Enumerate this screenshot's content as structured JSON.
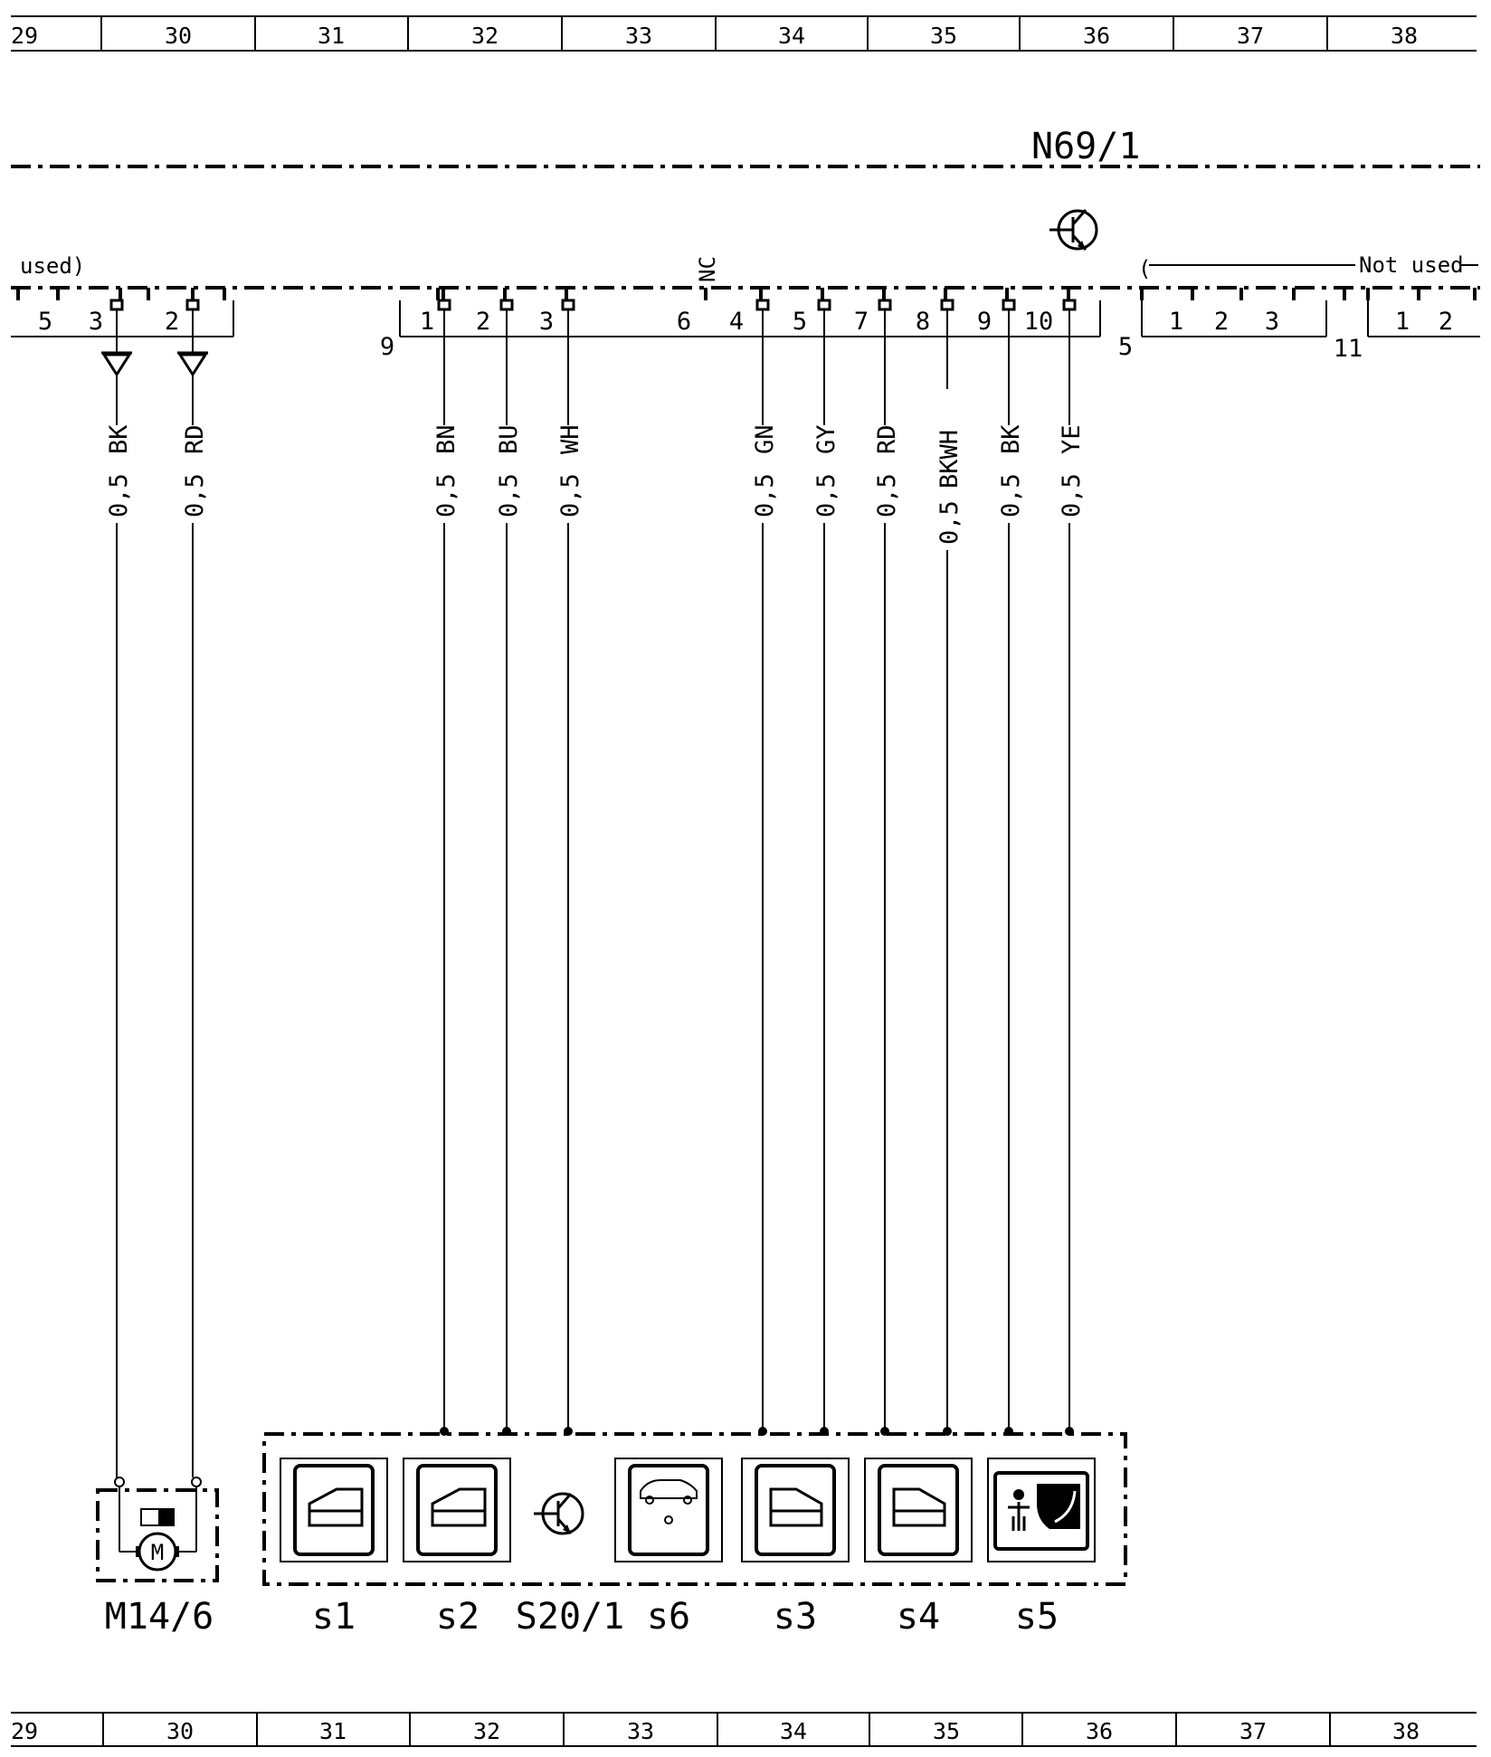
{
  "ruler": {
    "cells": [
      "29",
      "30",
      "31",
      "32",
      "33",
      "34",
      "35",
      "36",
      "37",
      "38"
    ]
  },
  "modules": {
    "control_unit": "N69/1",
    "switch_block": "S20/1",
    "motor": "M14/6",
    "motor_symbol": "M"
  },
  "annotations": {
    "left_not_used": "used)",
    "right_not_used_open": "(",
    "right_not_used": "Not used",
    "nc": "NC"
  },
  "connectors": {
    "left": {
      "pins": [
        "5",
        "3",
        "2"
      ]
    },
    "main": {
      "count": "9",
      "pins": [
        "1",
        "2",
        "3",
        "6",
        "4",
        "5",
        "7",
        "8",
        "9",
        "10"
      ]
    },
    "right1": {
      "count": "5",
      "pins": [
        "1",
        "2",
        "3"
      ]
    },
    "right2": {
      "count": "11",
      "pins": [
        "1",
        "2"
      ]
    }
  },
  "wires": [
    {
      "size": "0,5",
      "color": "BK"
    },
    {
      "size": "0,5",
      "color": "RD"
    },
    {
      "size": "0,5",
      "color": "BN"
    },
    {
      "size": "0,5",
      "color": "BU"
    },
    {
      "size": "0,5",
      "color": "WH"
    },
    {
      "size": "0,5",
      "color": "GN"
    },
    {
      "size": "0,5",
      "color": "GY"
    },
    {
      "size": "0,5",
      "color": "RD"
    },
    {
      "size": "0,5",
      "color": "BKWH"
    },
    {
      "size": "0,5",
      "color": "BK"
    },
    {
      "size": "0,5",
      "color": "YE"
    }
  ],
  "switches": [
    {
      "label": "s1",
      "icon": "window-front-left-icon"
    },
    {
      "label": "s2",
      "icon": "window-front-right-icon"
    },
    {
      "label": "s6",
      "icon": "sunroof-icon"
    },
    {
      "label": "s3",
      "icon": "window-rear-left-icon"
    },
    {
      "label": "s4",
      "icon": "window-rear-right-icon"
    },
    {
      "label": "s5",
      "icon": "child-lock-icon"
    }
  ]
}
